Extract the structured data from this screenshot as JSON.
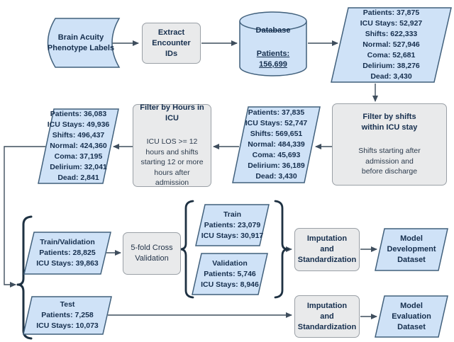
{
  "colors": {
    "shape_blue_fill": "#cfe2f7",
    "shape_blue_border": "#41607c",
    "shape_gray_fill": "#e9eaeb",
    "shape_gray_border": "#9aa0a6",
    "connector": "#3f4e5d",
    "brace": "#1e3142",
    "text": "#162f4e"
  },
  "nodes": {
    "phenotype_labels": {
      "label": "Brain Acuity\nPhenotype Labels"
    },
    "extract_encounter_ids": {
      "label": "Extract\nEncounter\nIDs"
    },
    "database": {
      "label": "Database",
      "patients": "Patients:\n156,699"
    },
    "cohort_initial": {
      "stats": "Patients: 37,875\nICU Stays: 52,927\nShifts: 622,333\nNormal: 527,946\nComa: 52,681\nDelirium: 38,276\nDead: 3,430"
    },
    "filter_shifts": {
      "title": "Filter by shifts\nwithin ICU stay",
      "subtitle": "Shifts starting after\nadmission and\nbefore discharge"
    },
    "cohort_shift_filtered": {
      "stats": "Patients: 37,835\nICU Stays: 52,747\nShifts: 569,651\nNormal: 484,339\nComa: 45,693\nDelirium: 36,189\nDead: 3,430"
    },
    "filter_hours": {
      "title": "Filter by Hours in\nICU",
      "subtitle": "ICU LOS >= 12\nhours and shifts\nstarting 12 or more\nhours after\nadmission"
    },
    "cohort_hours_filtered": {
      "stats": "Patients: 36,083\nICU Stays: 49,936\nShifts: 496,437\nNormal: 424,360\nComa: 37,195\nDelirium: 32,041\nDead: 2,841"
    },
    "train_validation": {
      "stats": "Train/Validation\nPatients: 28,825\nICU Stays: 39,863"
    },
    "cross_validation": {
      "label": "5-fold Cross\nValidation"
    },
    "train": {
      "stats": "Train\nPatients: 23,079\nICU Stays: 30,917"
    },
    "validation": {
      "stats": "Validation\nPatients: 5,746\nICU Stays: 8,946"
    },
    "imputation_dev": {
      "label": "Imputation\nand\nStandardization"
    },
    "model_development": {
      "label": "Model\nDevelopment\nDataset"
    },
    "test": {
      "stats": "Test\nPatients: 7,258\nICU Stays: 10,073"
    },
    "imputation_eval": {
      "label": "Imputation\nand\nStandardization"
    },
    "model_evaluation": {
      "label": "Model\nEvaluation\nDataset"
    }
  }
}
